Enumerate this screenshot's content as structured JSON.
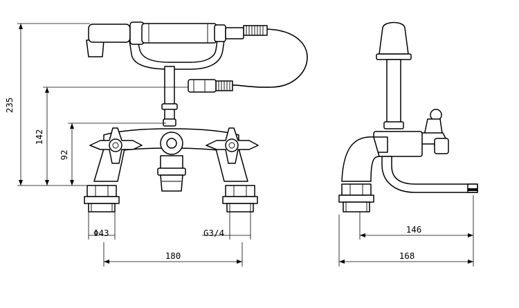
{
  "front_view": {
    "dim_total_height": "235",
    "dim_riser_height": "142",
    "dim_body_height": "92",
    "dim_inlet_diameter": "Φ43",
    "dim_thread": "G3/4",
    "dim_centres": "180"
  },
  "side_view": {
    "dim_spout_projection": "146",
    "dim_overall_depth": "168"
  }
}
